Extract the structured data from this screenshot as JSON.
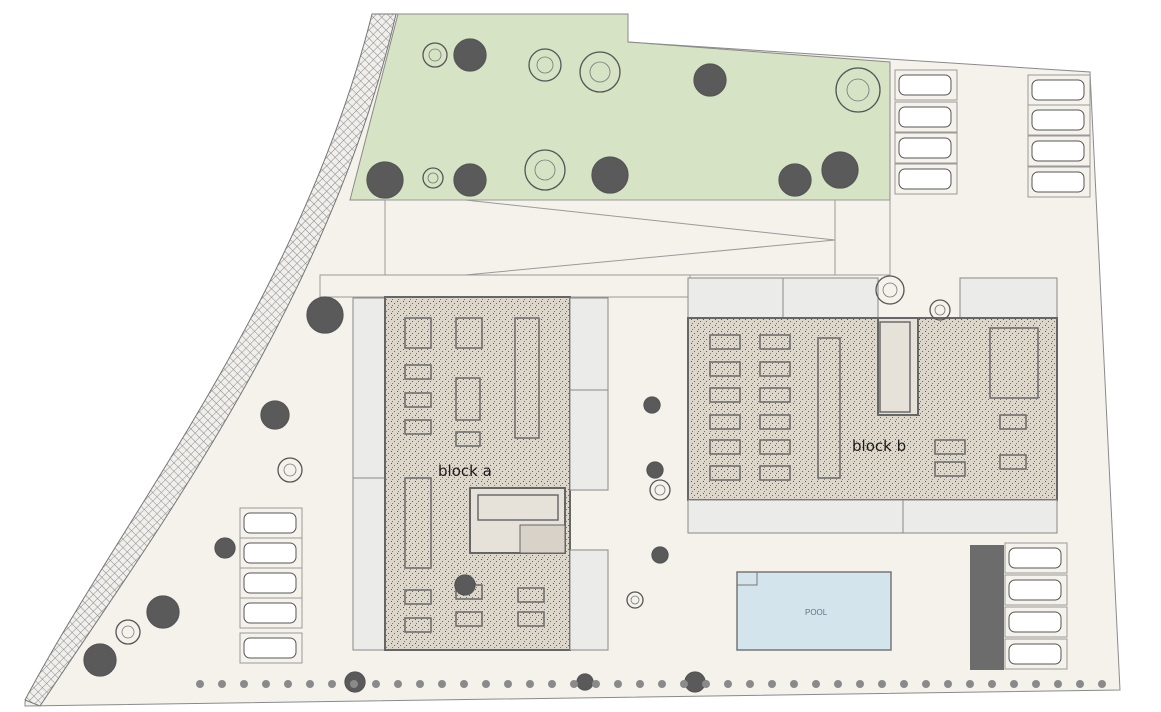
{
  "labels": {
    "block_a": "block a",
    "block_b": "block b",
    "pool": "POOL"
  },
  "colors": {
    "site": "#f5f2ec",
    "lawn": "#d6e3c5",
    "roof": "#ddd6cb",
    "pool": "#d4e4ed",
    "line": "#7a7a7a",
    "tree": "#5a5a5a",
    "strip": "#ebebea"
  }
}
